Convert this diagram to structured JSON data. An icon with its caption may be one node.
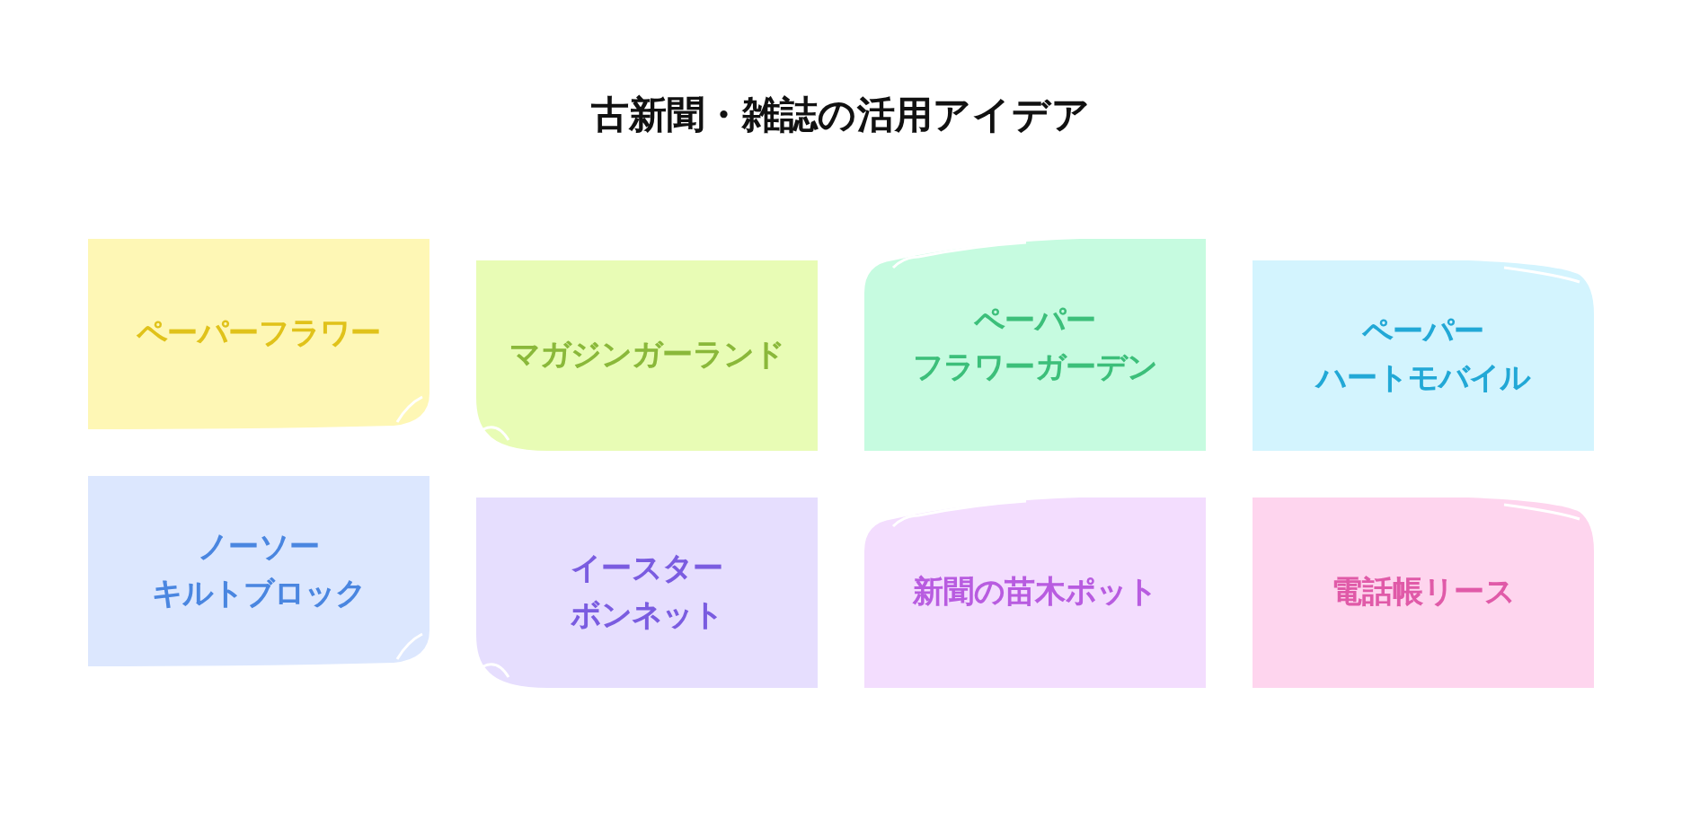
{
  "diagram": {
    "title": "古新聞・雑誌の活用アイデア",
    "nodes": [
      {
        "text": [
          "ペーパーフラワー"
        ]
      },
      {
        "text": [
          "マガジンガーランド"
        ]
      },
      {
        "text": [
          "ペーパーフラワーガーデン"
        ]
      },
      {
        "text": [
          "ペーパーハートモバイル"
        ]
      },
      {
        "text": [
          "ノーソーキルトブロック"
        ]
      },
      {
        "text": [
          "イースターボンネット"
        ]
      },
      {
        "text": [
          "新聞の苗木ポット"
        ]
      },
      {
        "text": [
          "電話帳リース"
        ]
      }
    ]
  }
}
